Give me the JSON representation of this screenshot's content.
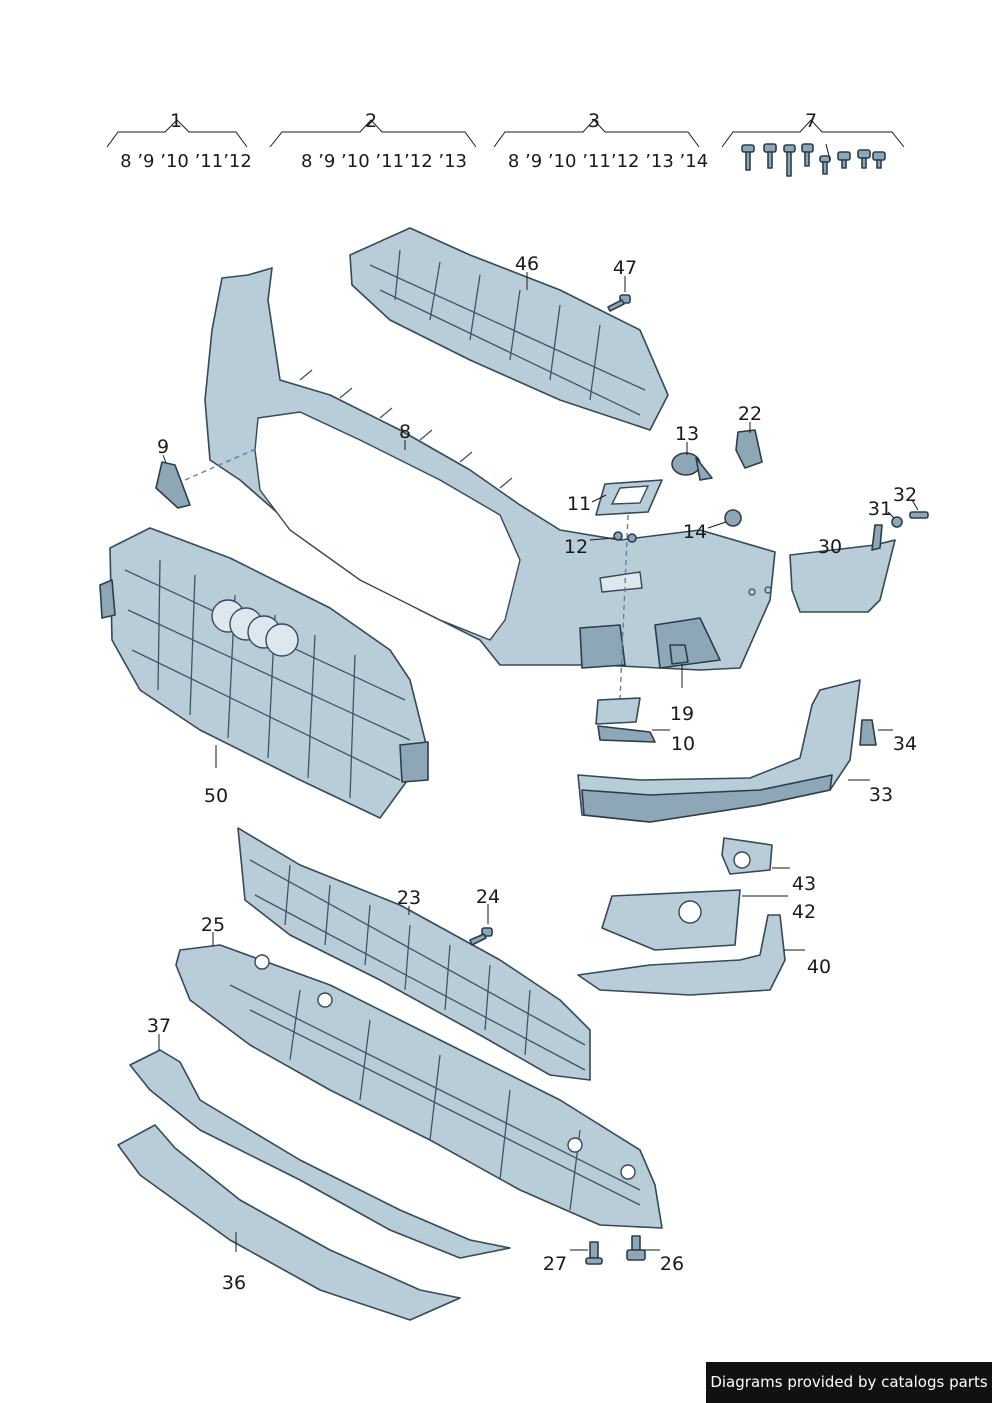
{
  "groups": [
    {
      "number": "1",
      "years": "8 ’9 ’10 ’11’12"
    },
    {
      "number": "2",
      "years": "8 ’9 ’10 ’11’12 ’13"
    },
    {
      "number": "3",
      "years": "8 ’9 ’10 ’11’12 ’13 ’14"
    },
    {
      "number": "7",
      "icon": "fastener-set-icon"
    }
  ],
  "callouts": [
    "46",
    "47",
    "8",
    "9",
    "22",
    "13",
    "11",
    "14",
    "12",
    "31",
    "32",
    "30",
    "19",
    "10",
    "34",
    "50",
    "33",
    "43",
    "23",
    "24",
    "42",
    "25",
    "40",
    "37",
    "27",
    "26",
    "36"
  ],
  "colors": {
    "part_fill": "#b9cdd8",
    "outline": "#34495a",
    "leader_dash": "#5b86a0",
    "footer_bg": "#111111"
  },
  "footer": {
    "text": "Diagrams provided by catalogs parts"
  }
}
